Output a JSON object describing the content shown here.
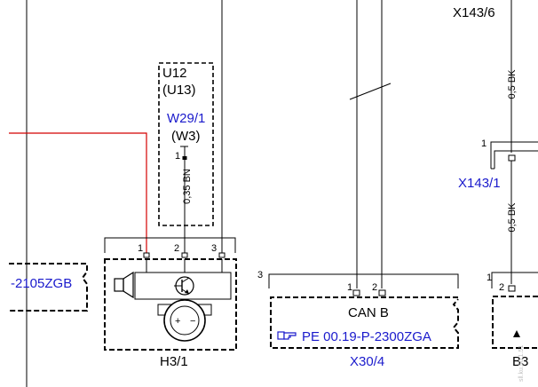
{
  "colors": {
    "wire": "#000000",
    "signal_wire_red": "#d40000",
    "link_blue": "#1a1acc"
  },
  "connectors": {
    "x143_6": {
      "label": "X143/6"
    },
    "x143_1": {
      "label": "X143/1",
      "pin": "1"
    },
    "w29_1": {
      "label": "W29/1",
      "alt": "(W3)",
      "pin": "1"
    }
  },
  "modules": {
    "u12": {
      "label": "U12",
      "alt": "(U13)"
    },
    "h3_1": {
      "label": "H3/1",
      "pins": [
        "1",
        "2",
        "3"
      ],
      "symbol": "horn-with-transistor-icon"
    },
    "x30_4": {
      "label": "X30/4",
      "title": "CAN B",
      "pins": [
        "1",
        "2"
      ],
      "bus_pin": "3",
      "ref_icon": "pointing-hand-icon",
      "ref_text": "PE 00.19-P-2300ZGA"
    },
    "left_ref": {
      "text": "-2105ZGB"
    },
    "b3": {
      "label": "B3",
      "pins": [
        "1",
        "2"
      ]
    }
  },
  "wires": {
    "w1_spec": "0,35 BN",
    "x143_upper_spec": "0,5 BK",
    "x143_lower_spec": "0,5 BK"
  },
  "watermark": {
    "text": "sll.ku.50.1.51"
  }
}
